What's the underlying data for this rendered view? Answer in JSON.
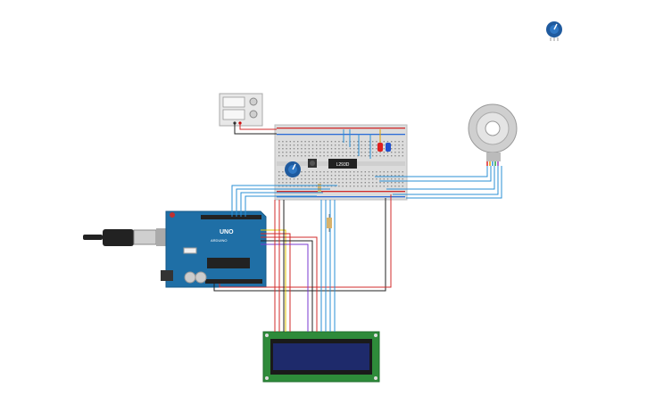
{
  "arduino": {
    "board_label": "UNO",
    "brand_text": "ARDUINO"
  },
  "breadboard": {
    "chip_label": "L293D"
  },
  "lcd": {
    "display_text": ""
  },
  "colors": {
    "background": "#ffffff",
    "arduino_board": "#1f6fa6",
    "breadboard": "#dcdcdc",
    "wire_red": "#d12b2b",
    "wire_black": "#222222",
    "wire_blue": "#2a8fd6",
    "wire_yellow": "#e0c400",
    "lcd_screen": "#1e2a6b",
    "lcd_board": "#2e8b3a",
    "potentiometer": "#1f5a9e"
  },
  "components": [
    "power-supply",
    "breadboard",
    "arduino-uno",
    "lcd-16x2",
    "dc-motor",
    "potentiometer",
    "resistor",
    "push-button",
    "leds",
    "usb-cable"
  ]
}
